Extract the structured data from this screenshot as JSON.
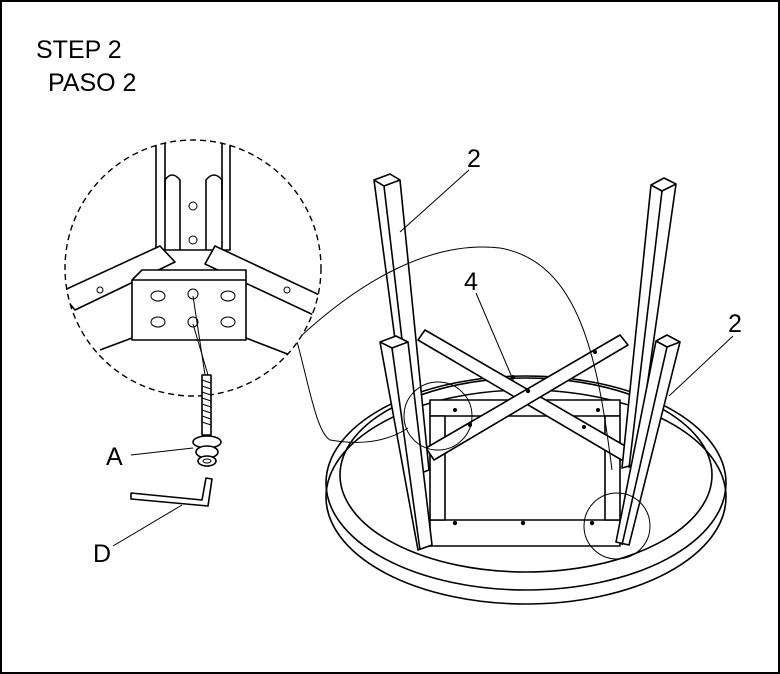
{
  "header": {
    "step_en": "STEP 2",
    "step_es": "PASO 2"
  },
  "callouts": {
    "leg_left": "2",
    "leg_right": "2",
    "brace": "4",
    "bolt": "A",
    "key": "D"
  },
  "parts": {
    "leg": "leg-icon",
    "brace": "cross-brace-icon",
    "bolt": "bolt-washer-icon",
    "key": "allen-key-icon",
    "detail": "magnifier-detail-circle"
  },
  "colors": {
    "line": "#000000",
    "background": "#ffffff"
  }
}
